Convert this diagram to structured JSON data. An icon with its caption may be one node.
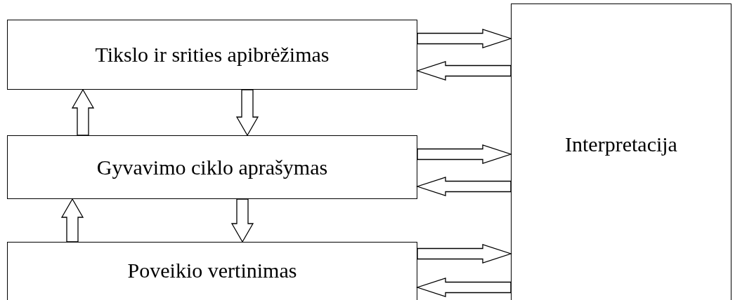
{
  "diagram": {
    "nodes": [
      {
        "text": [
          "Tikslo ir srities apibrėžimas"
        ]
      },
      {
        "text": [
          "Gyvavimo ciklo aprašymas"
        ]
      },
      {
        "text": [
          "Poveikio vertinimas"
        ]
      },
      {
        "text": [
          "Interpretacija"
        ]
      }
    ],
    "edges": [
      {
        "from": 0,
        "to": 3,
        "arrow": "to"
      },
      {
        "from": 3,
        "to": 0,
        "arrow": "to"
      },
      {
        "from": 1,
        "to": 0,
        "arrow": "to"
      },
      {
        "from": 0,
        "to": 1,
        "arrow": "to"
      },
      {
        "from": 1,
        "to": 3,
        "arrow": "to"
      },
      {
        "from": 3,
        "to": 1,
        "arrow": "to"
      },
      {
        "from": 2,
        "to": 1,
        "arrow": "to"
      },
      {
        "from": 1,
        "to": 2,
        "arrow": "to"
      },
      {
        "from": 2,
        "to": 3,
        "arrow": "to"
      },
      {
        "from": 3,
        "to": 2,
        "arrow": "to"
      }
    ]
  }
}
